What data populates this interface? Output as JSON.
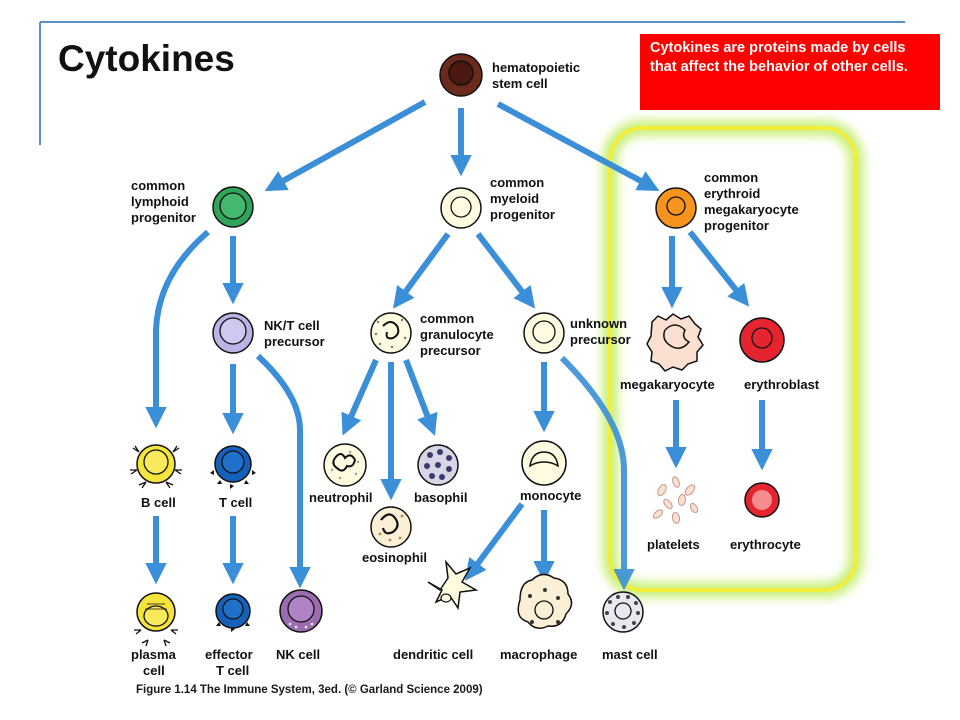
{
  "title": "Cytokines",
  "callout": "Cytokines are proteins made by cells that affect the behavior of other cells.",
  "caption": "Figure 1.14 The Immune System, 3ed. (© Garland Science 2009)",
  "colors": {
    "arrow": "#3b8fd9",
    "highlight": "#f2ee3c",
    "highlight_glow": "#c9f07a",
    "callout_bg": "#ff0000",
    "stem_cell": "#6b2a1c",
    "lymphoid": "#2fa45a",
    "erythroid": "#f7941d",
    "erythroblast": "#e4242e"
  },
  "cells": {
    "stem": [
      "hematopoietic",
      "stem cell"
    ],
    "lymphoid": [
      "common",
      "lymphoid",
      "progenitor"
    ],
    "myeloid": [
      "common",
      "myeloid",
      "progenitor"
    ],
    "erythroid": [
      "common",
      "erythroid",
      "megakaryocyte",
      "progenitor"
    ],
    "nkt": [
      "NK/T cell",
      "precursor"
    ],
    "granulocyte": [
      "common",
      "granulocyte",
      "precursor"
    ],
    "unknown": [
      "unknown",
      "precursor"
    ],
    "megakaryocyte": "megakaryocyte",
    "erythroblast": "erythroblast",
    "bcell": "B cell",
    "tcell": "T cell",
    "neutrophil": "neutrophil",
    "basophil": "basophil",
    "eosinophil": "eosinophil",
    "monocyte": "monocyte",
    "platelets": "platelets",
    "erythrocyte": "erythrocyte",
    "plasma": [
      "plasma",
      "cell"
    ],
    "effector": [
      "effector",
      "T cell"
    ],
    "nk": "NK cell",
    "dendritic": "dendritic cell",
    "macrophage": "macrophage",
    "mast": "mast cell"
  }
}
